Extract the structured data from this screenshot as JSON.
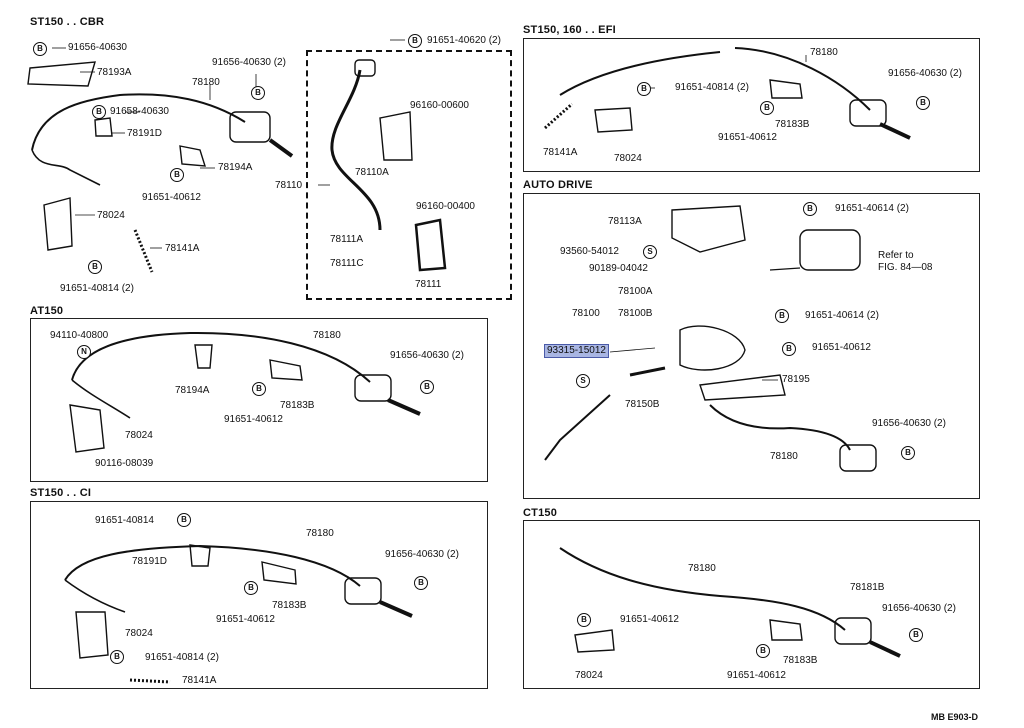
{
  "panels": {
    "cbr": "ST150 . . CBR",
    "efi": "ST150, 160 . . EFI",
    "auto": "AUTO DRIVE",
    "at": "AT150",
    "ci": "ST150 . . CI",
    "ct": "CT150"
  },
  "labels": {
    "cbr_91656_40630": "91656-40630",
    "cbr_78193A": "78193A",
    "cbr_91656_40630_2": "91656-40630 (2)",
    "cbr_78180": "78180",
    "cbr_91658_40630": "91658-40630",
    "cbr_78191D": "78191D",
    "cbr_78194A": "78194A",
    "cbr_91651_40612": "91651-40612",
    "cbr_78024": "78024",
    "cbr_78141A": "78141A",
    "cbr_91651_40814_2": "91651-40814 (2)",
    "mid_91651_40620_2": "91651-40620 (2)",
    "mid_96160_00600": "96160-00600",
    "mid_78110": "78110",
    "mid_78110A": "78110A",
    "mid_96160_00400": "96160-00400",
    "mid_78111A": "78111A",
    "mid_78111C": "78111C",
    "mid_78111": "78111",
    "efi_78180": "78180",
    "efi_91656_40630_2": "91656-40630 (2)",
    "efi_91651_40814_2": "91651-40814 (2)",
    "efi_78183B": "78183B",
    "efi_91651_40612": "91651-40612",
    "efi_78141A": "78141A",
    "efi_78024": "78024",
    "ad_78113A": "78113A",
    "ad_91651_40614_2": "91651-40614 (2)",
    "ad_93560_54012": "93560-54012",
    "ad_90189_04042": "90189-04042",
    "ad_refer1": "Refer to",
    "ad_refer2": "FIG. 84—08",
    "ad_78100A": "78100A",
    "ad_78100": "78100",
    "ad_78100B": "78100B",
    "ad_91651_40614_2b": "91651-40614 (2)",
    "ad_93315_15012": "93315-15012",
    "ad_91651_40612": "91651-40612",
    "ad_78195": "78195",
    "ad_78150B": "78150B",
    "ad_91656_40630_2": "91656-40630 (2)",
    "ad_78180": "78180",
    "at_94110_40800": "94110-40800",
    "at_78180": "78180",
    "at_91656_40630_2": "91656-40630 (2)",
    "at_78194A": "78194A",
    "at_78183B": "78183B",
    "at_91651_40612": "91651-40612",
    "at_78024": "78024",
    "at_90116_08039": "90116-08039",
    "ci_91651_40814": "91651-40814",
    "ci_78180": "78180",
    "ci_78191D": "78191D",
    "ci_91656_40630_2": "91656-40630 (2)",
    "ci_78183B": "78183B",
    "ci_91651_40612": "91651-40612",
    "ci_78024": "78024",
    "ci_91651_40814_2": "91651-40814 (2)",
    "ci_78141A": "78141A",
    "ct_78180": "78180",
    "ct_78181B": "78181B",
    "ct_91651_40612": "91651-40612",
    "ct_91656_40630_2": "91656-40630 (2)",
    "ct_78024": "78024",
    "ct_78183B": "78183B",
    "ct_91651_40612b": "91651-40612"
  },
  "badges": {
    "B": "B",
    "S": "S",
    "N": "N"
  },
  "footer": "MB E903-D"
}
